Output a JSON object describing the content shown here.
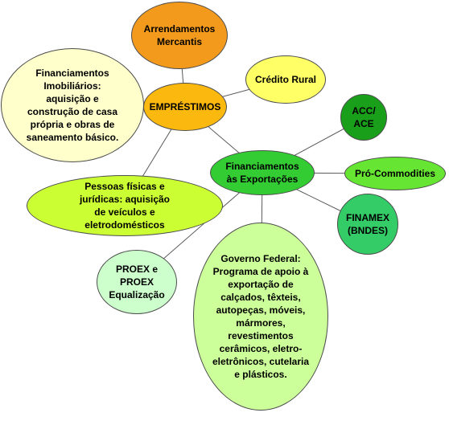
{
  "colors": {
    "line": "#595959",
    "border": "#4d4d4d"
  },
  "nodes": {
    "arrendamentos": {
      "text": "Arrendamentos\nMercantis",
      "color": "#f39a1c"
    },
    "credito_rural": {
      "text": "Crédito Rural",
      "color": "#ffff66"
    },
    "emprestimos": {
      "text": "EMPRÉSTIMOS",
      "color": "#fbb80f"
    },
    "financiamentos_imobiliarios": {
      "text": "Financiamentos\nImobiliários:\naquisição e\nconstrução de casa\nprópria e obras de\nsaneamento básico.",
      "color": "#ffffcc"
    },
    "pessoas": {
      "text": "Pessoas físicas e\njurídicas: aquisição\nde veículos e\neletrodomésticos",
      "color": "#ccff33"
    },
    "exportacoes": {
      "text": "Financiamentos\nàs Exportações",
      "color": "#33cc33"
    },
    "acc": {
      "text": "ACC/\nACE",
      "color": "#1a9f1a"
    },
    "pro_commodities": {
      "text": "Pró-Commodities",
      "color": "#66e633"
    },
    "finamex": {
      "text": "FINAMEX\n(BNDES)",
      "color": "#33cc66"
    },
    "proex": {
      "text": "PROEX e\nPROEX\nEqualização",
      "color": "#ccffcc"
    },
    "governo": {
      "text": "Governo Federal:\nPrograma de apoio à\nexportação de\ncalçados, têxteis,\nautopeças, móveis,\nmármores,\nrevestimentos\ncerâmicos, eletro-\neletrônicos, cutelaria\ne plásticos.",
      "color": "#ccff99"
    }
  }
}
